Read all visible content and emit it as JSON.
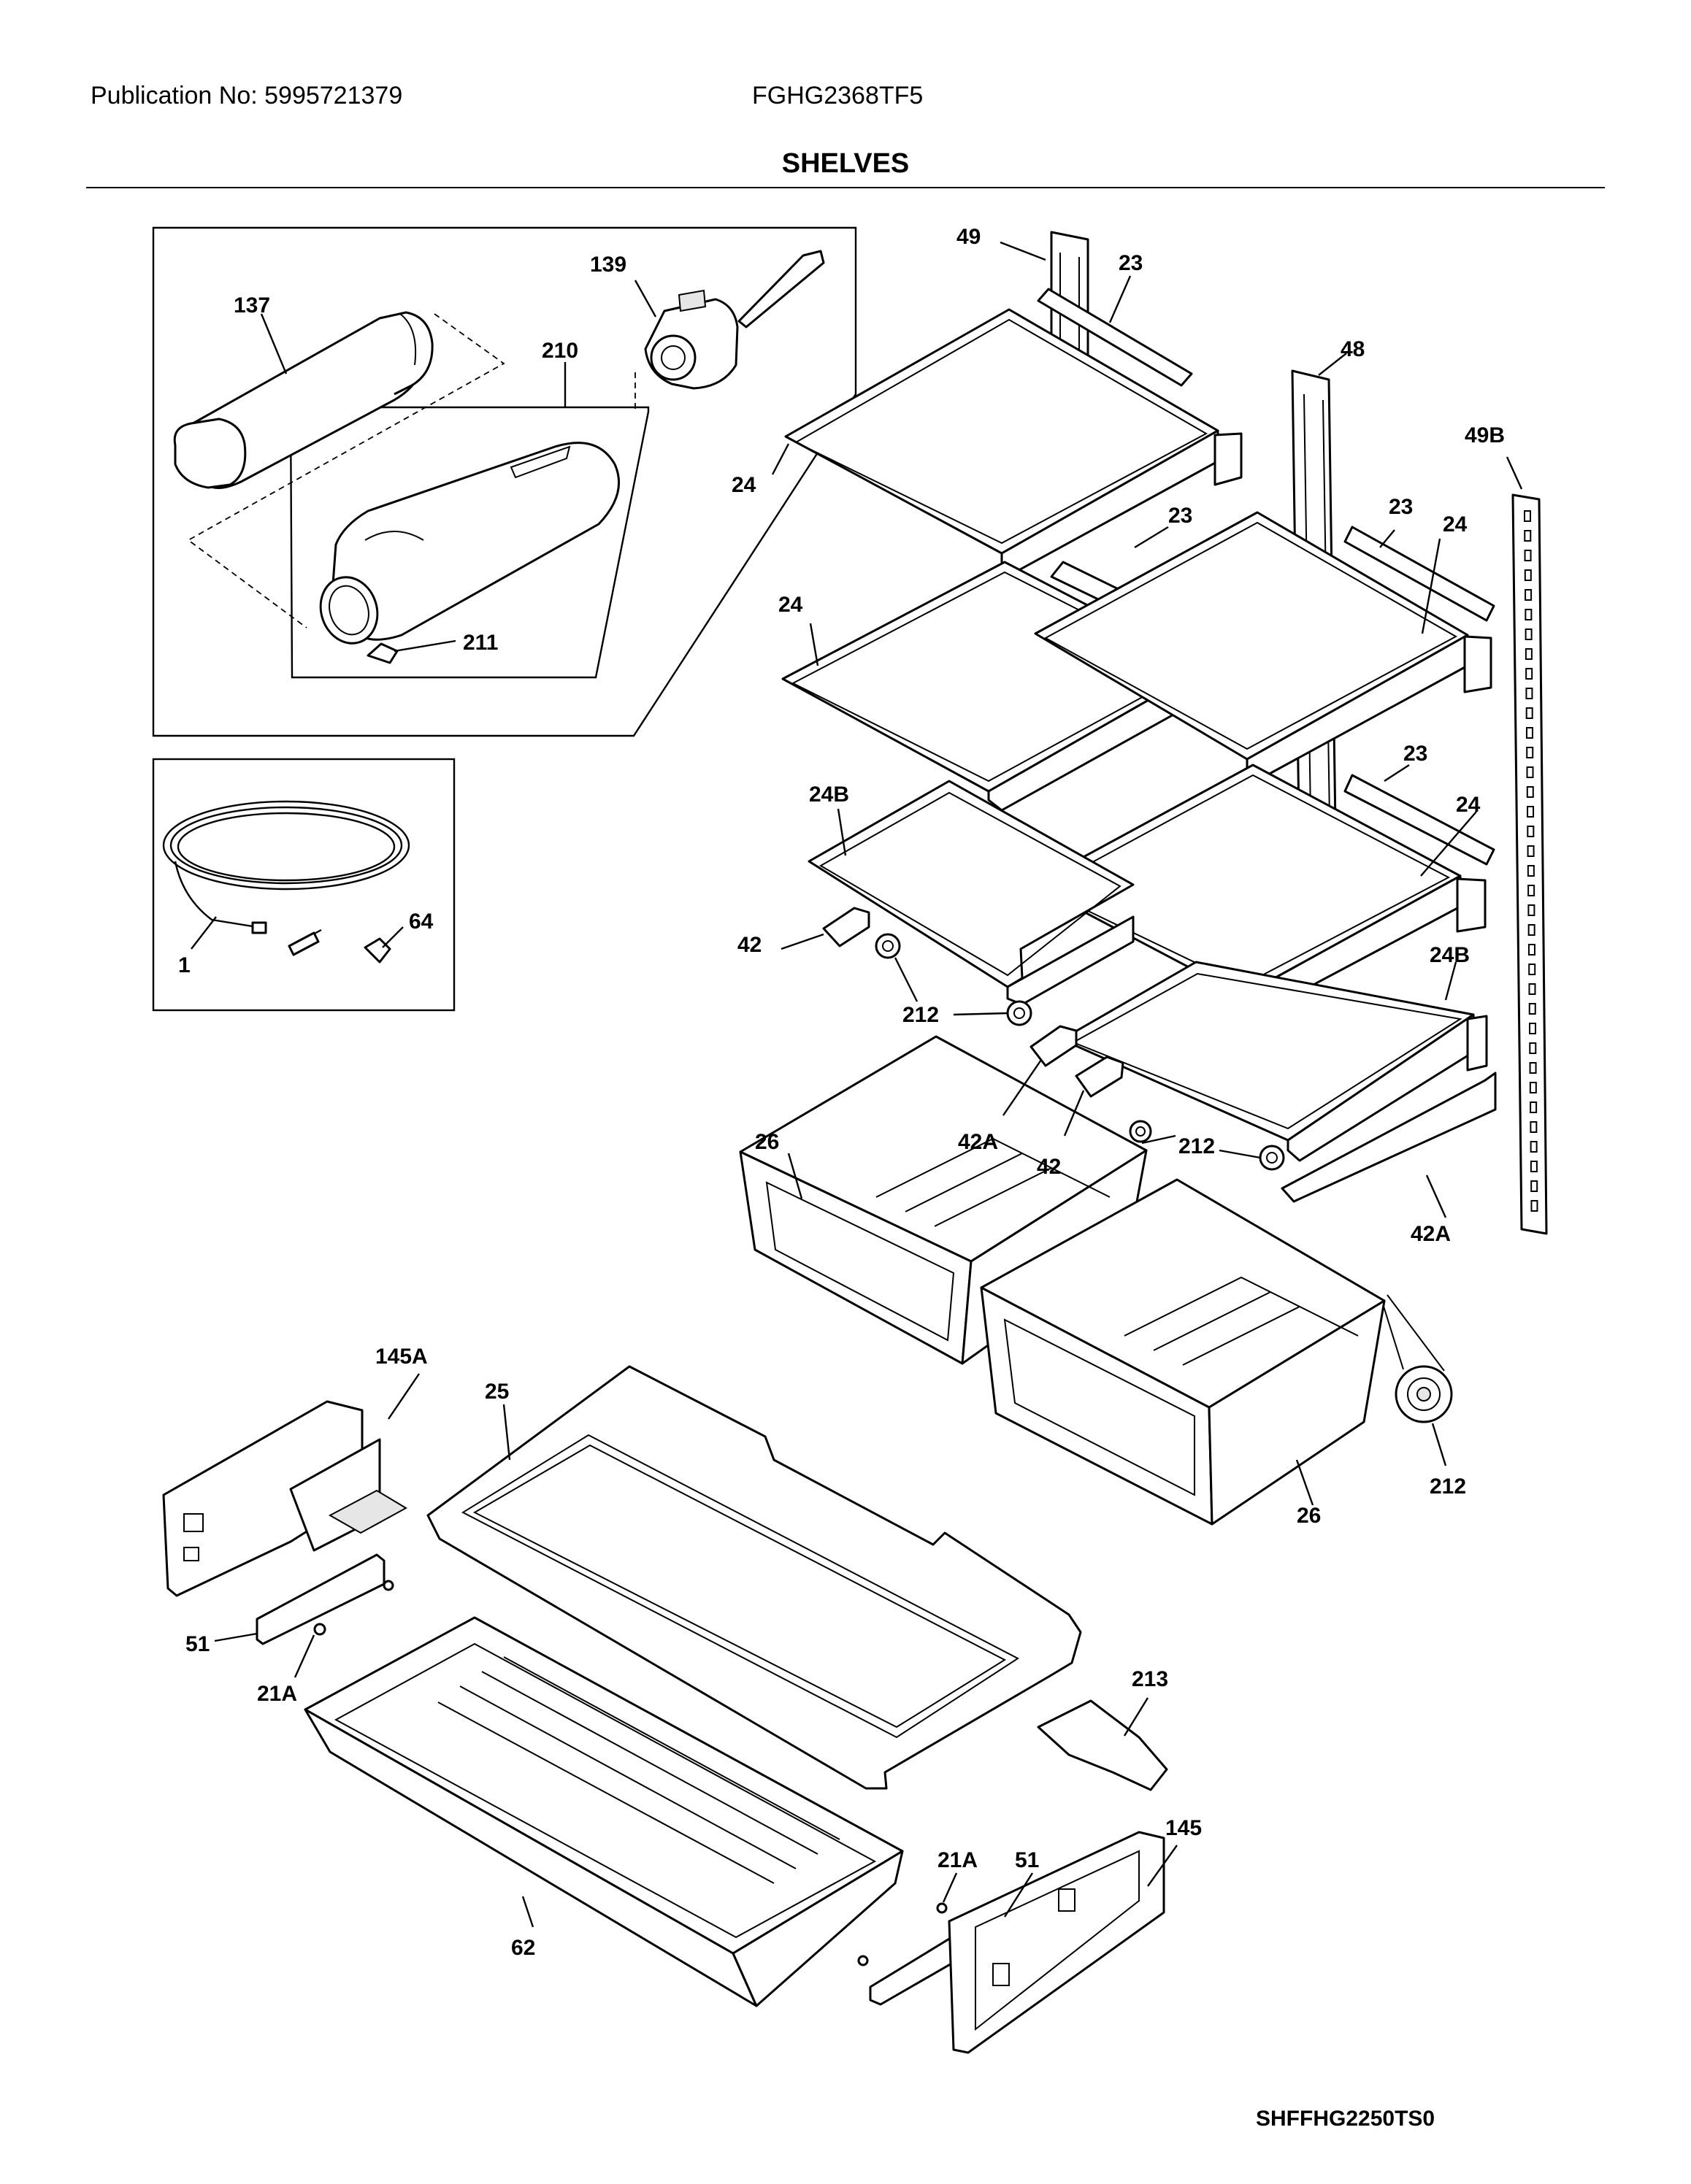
{
  "header": {
    "publication": "Publication No: 5995721379",
    "model": "FGHG2368TF5",
    "title": "SHELVES"
  },
  "footer": {
    "code": "SHFFHG2250TS0"
  },
  "callouts": {
    "c137": "137",
    "c139": "139",
    "c210": "210",
    "c211": "211",
    "c1": "1",
    "c64": "64",
    "c49": "49",
    "c23a": "23",
    "c48": "48",
    "c49b": "49B",
    "c24a": "24",
    "c23b": "23",
    "c23c": "23",
    "c24b": "24",
    "c24c": "24",
    "c23d": "23",
    "c24d": "24",
    "c24ba": "24B",
    "c24bb": "24B",
    "c42a": "42",
    "c212a": "212",
    "c42aa": "42A",
    "c42b": "42",
    "c212b": "212",
    "c42ab": "42A",
    "c26a": "26",
    "c26b": "26",
    "c212c": "212",
    "c145a": "145A",
    "c25": "25",
    "c51a": "51",
    "c21aa": "21A",
    "c213": "213",
    "c145": "145",
    "c21ab": "21A",
    "c51b": "51",
    "c62": "62"
  }
}
